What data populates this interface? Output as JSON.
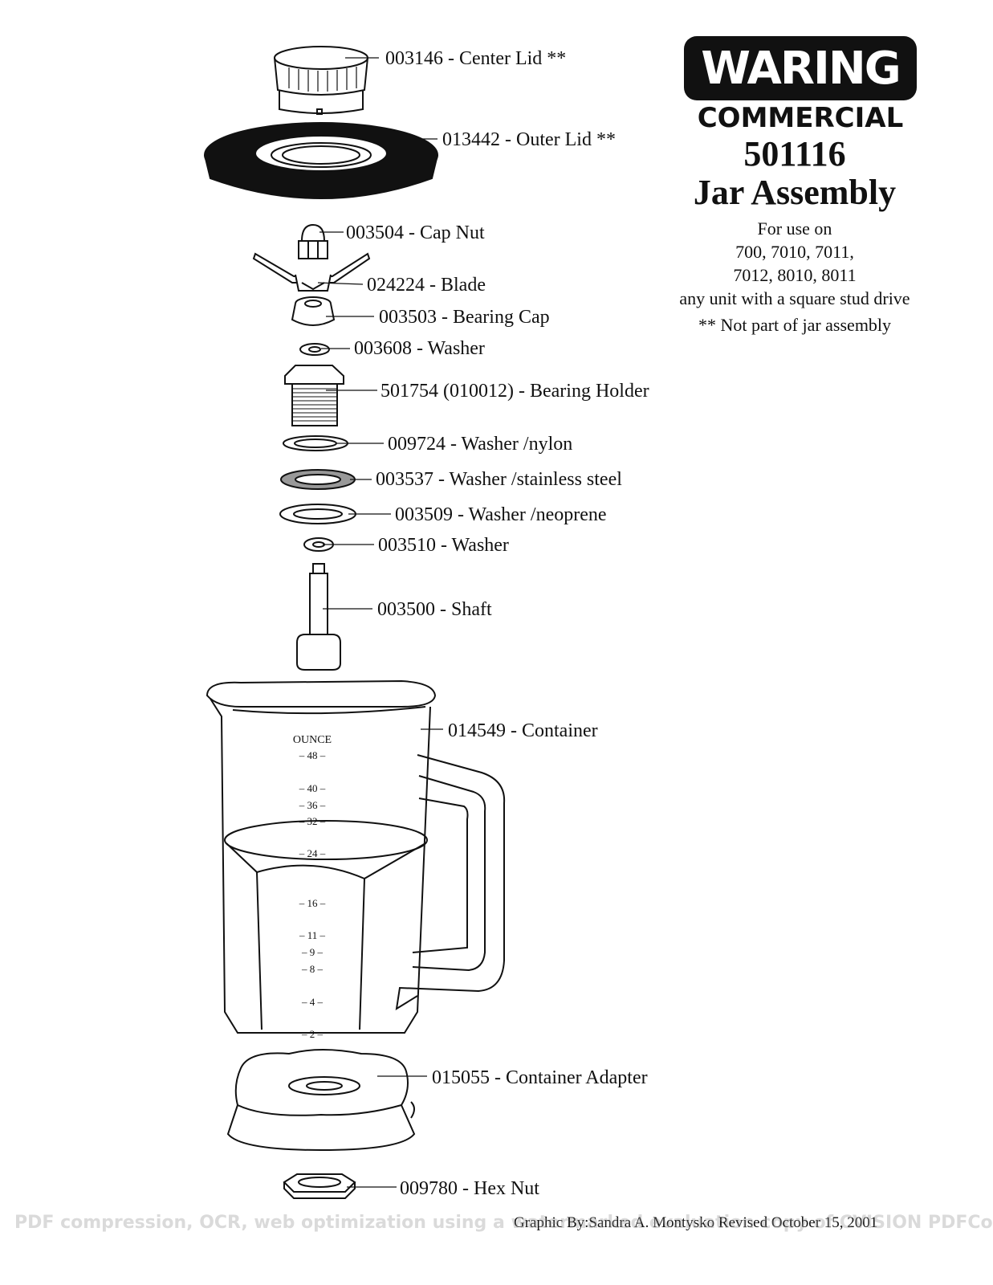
{
  "brand": {
    "logo_main": "WARING",
    "logo_sub": "COMMERCIAL",
    "model_number": "501116",
    "title": "Jar Assembly",
    "for_use_on": "For use on",
    "models_line1": "700, 7010, 7011,",
    "models_line2": "7012, 8010, 8011",
    "models_line3": "any unit with a square stud drive",
    "note": "** Not part of jar assembly"
  },
  "parts": [
    {
      "label": "003146 - Center Lid **"
    },
    {
      "label": "013442 - Outer Lid **"
    },
    {
      "label": "003504 - Cap Nut"
    },
    {
      "label": "024224 - Blade"
    },
    {
      "label": "003503 - Bearing Cap"
    },
    {
      "label": "003608 - Washer"
    },
    {
      "label": "501754 (010012) - Bearing Holder"
    },
    {
      "label": "009724 - Washer /nylon"
    },
    {
      "label": "003537 - Washer /stainless steel"
    },
    {
      "label": "003509 - Washer /neoprene"
    },
    {
      "label": "003510 - Washer"
    },
    {
      "label": "003500 - Shaft"
    },
    {
      "label": "014549 - Container"
    },
    {
      "label": "015055 - Container Adapter"
    },
    {
      "label": "009780 - Hex Nut"
    }
  ],
  "container_scale": {
    "unit": "OUNCE",
    "marks": [
      "– 48 –",
      "– 40 –",
      "– 36 –",
      "– 32 –",
      "– 24 –",
      "– 16 –",
      "– 11 –",
      "– 9 –",
      "– 8 –",
      "– 4 –",
      "– 2 –"
    ]
  },
  "footer": {
    "credit": "Graphic By:Sandra A. Montysko   Revised October 15, 2001"
  },
  "watermark": "PDF compression, OCR, web optimization using a watermarked evaluation copy of CVISION PDFCompressor"
}
